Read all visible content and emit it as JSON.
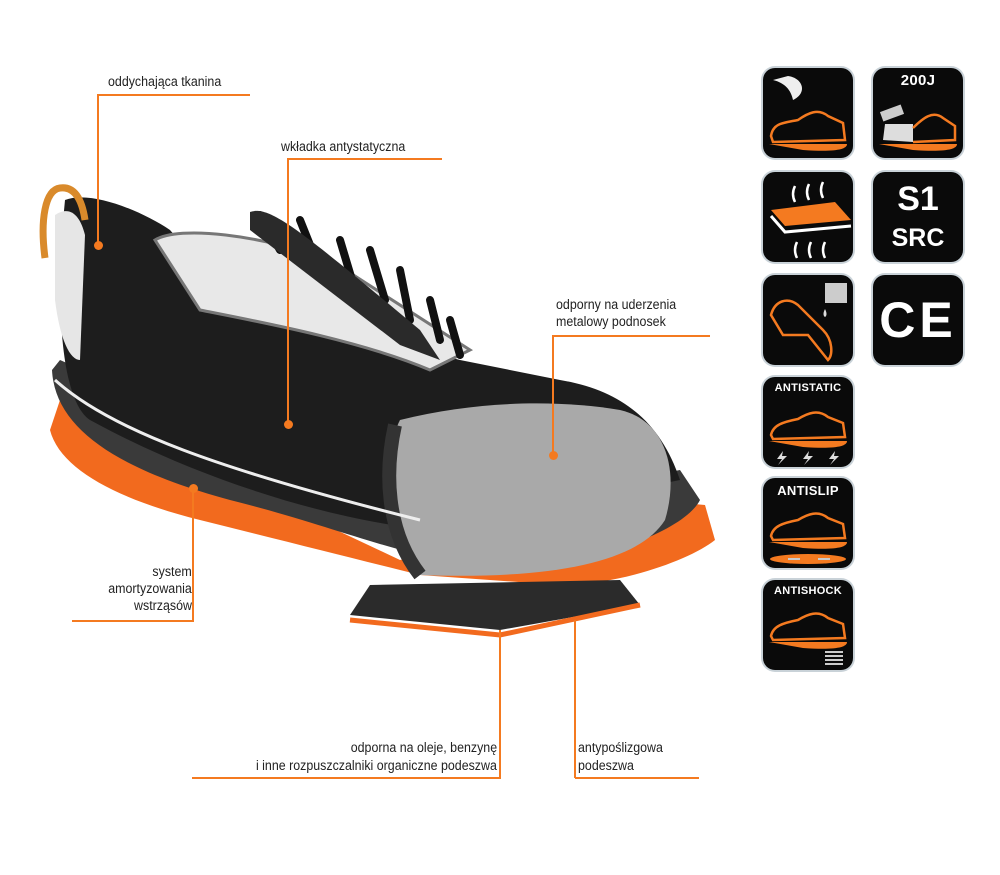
{
  "callouts": {
    "fabric": "oddychająca tkanina",
    "insole": "wkładka antystatyczna",
    "toecap_line1": "odporny na uderzenia",
    "toecap_line2": "metalowy podnosek",
    "shock_line1": "system",
    "shock_line2": "amortyzowania",
    "shock_line3": "wstrząsów",
    "sole_line1": "odporna na oleje, benzynę",
    "sole_line2": "i inne rozpuszczalniki organiczne podeszwa",
    "antislip_line1": "antypoślizgowa",
    "antislip_line2": "podeszwa"
  },
  "icons": {
    "light": {
      "icon": "feather-shoe-icon"
    },
    "impact": {
      "label": "200J",
      "icon": "hammer-toecap-icon"
    },
    "breathable": {
      "icon": "breathable-layer-icon"
    },
    "standard": {
      "line1": "S1",
      "line2": "SRC"
    },
    "water": {
      "icon": "water-resistant-icon"
    },
    "ce": {
      "label": "CE"
    },
    "antistatic": {
      "label": "ANTISTATIC"
    },
    "antislip": {
      "label": "ANTISLIP"
    },
    "antishock": {
      "label": "ANTISHOCK"
    }
  },
  "colors": {
    "accent": "#f47a20",
    "tile": "#0a0a0a"
  }
}
